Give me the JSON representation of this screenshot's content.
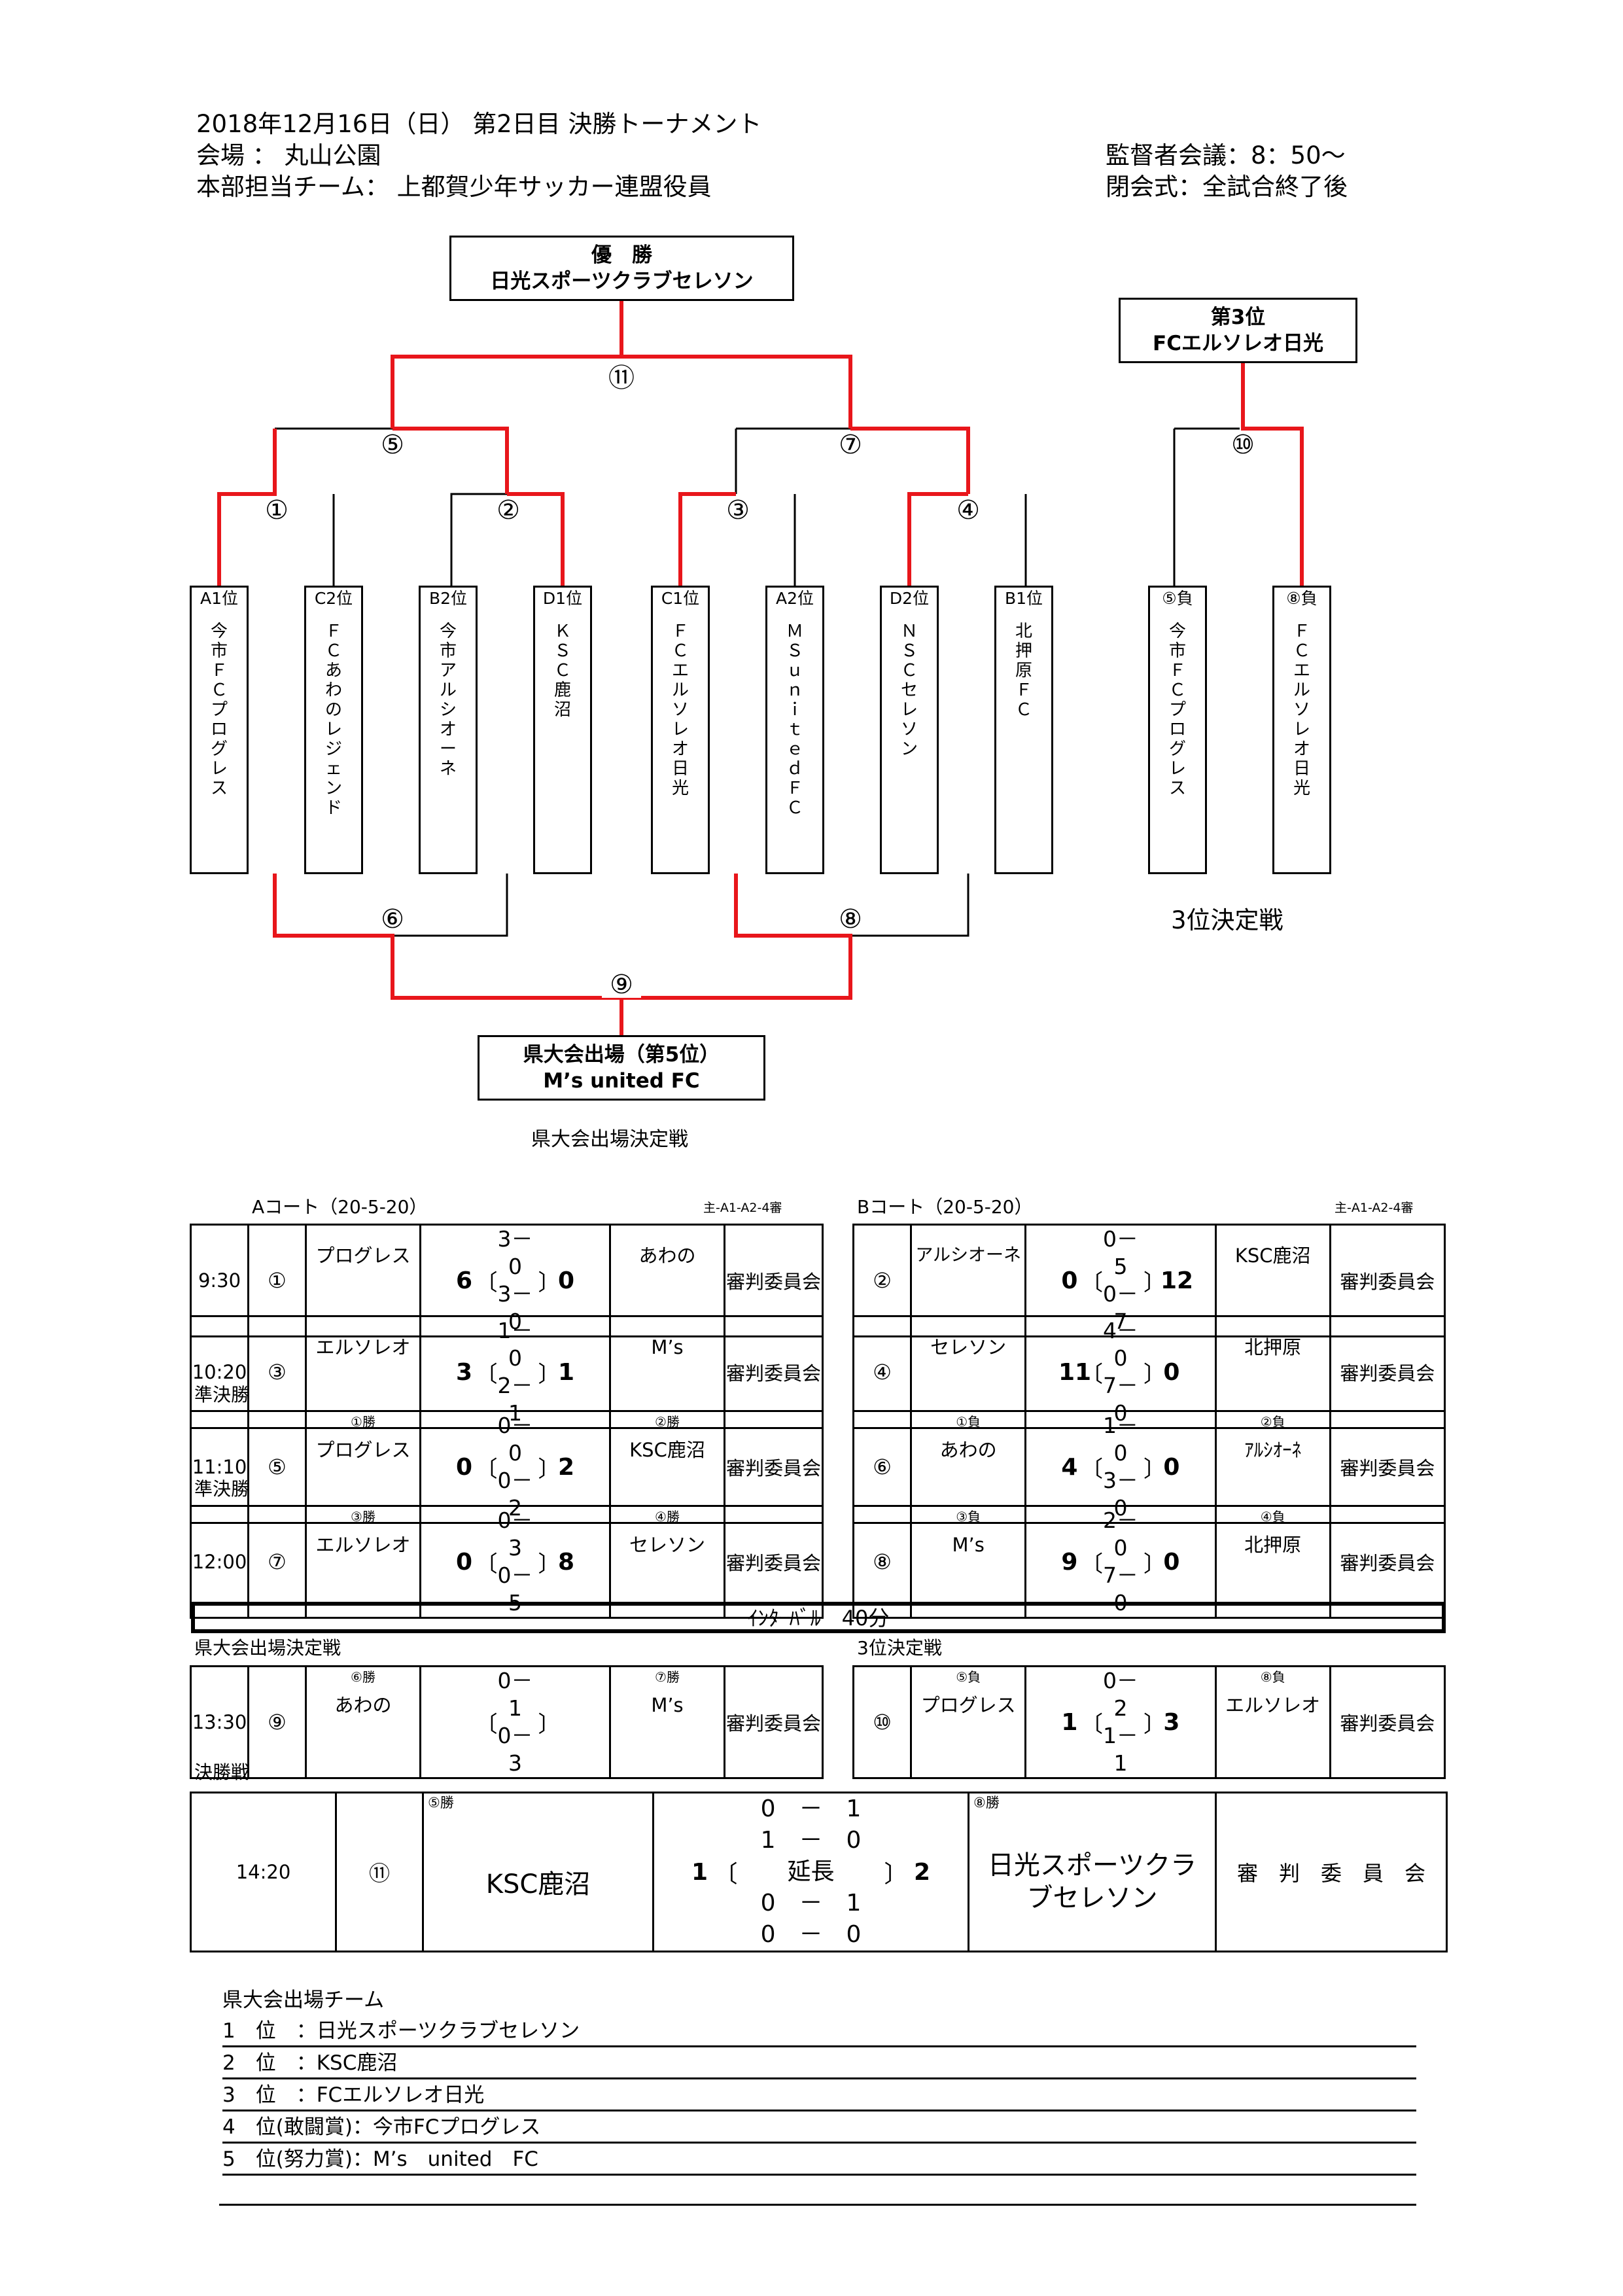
{
  "header": {
    "line1": "2018年12月16日（日） 第2日目 決勝トーナメント",
    "line2": "会場 ： 丸山公園",
    "line3": "本部担当チーム： 上都賀少年サッカー連盟役員",
    "right1": "監督者会議：8：50～",
    "right2": "閉会式：全試合終了後"
  },
  "bracket": {
    "champion_title": "優　勝",
    "champion_team": "日光スポーツクラブセレソン",
    "third_title": "第3位",
    "third_team": "FCエルソレオ日光",
    "fifth_title": "県大会出場（第5位）",
    "fifth_team": "M’s united FC",
    "third_playoff_label": "3位決定戦",
    "prefectural_playoff_label": "県大会出場決定戦",
    "nodes": {
      "n1": "①",
      "n2": "②",
      "n3": "③",
      "n4": "④",
      "n5": "⑤",
      "n6": "⑥",
      "n7": "⑦",
      "n8": "⑧",
      "n9": "⑨",
      "n10": "⑩",
      "n11": "⑪"
    },
    "teams": [
      {
        "seed": "A1位",
        "name": [
          "今",
          "市",
          "Ｆ",
          "Ｃ",
          "プ",
          "ロ",
          "グ",
          "レ",
          "ス"
        ]
      },
      {
        "seed": "C2位",
        "name": [
          "Ｆ",
          "Ｃ",
          "あ",
          "わ",
          "の",
          "レ",
          "ジ",
          "ェ",
          "ン",
          "ド"
        ]
      },
      {
        "seed": "B2位",
        "name": [
          "今",
          "市",
          "ア",
          "ル",
          "シ",
          "オ",
          "ー",
          "ネ"
        ]
      },
      {
        "seed": "D1位",
        "name": [
          "Ｋ",
          "Ｓ",
          "Ｃ",
          "鹿",
          "沼"
        ]
      },
      {
        "seed": "C1位",
        "name": [
          "Ｆ",
          "Ｃ",
          "エ",
          "ル",
          "ソ",
          "レ",
          "オ",
          "日",
          "光"
        ]
      },
      {
        "seed": "A2位",
        "name": [
          "Ｍ",
          "Ｓ",
          "ｕ",
          "ｎ",
          "ｉ",
          "ｔ",
          "ｅ",
          "ｄ",
          "Ｆ",
          "Ｃ"
        ]
      },
      {
        "seed": "D2位",
        "name": [
          "Ｎ",
          "Ｓ",
          "Ｃ",
          "セ",
          "レ",
          "ソ",
          "ン"
        ]
      },
      {
        "seed": "B1位",
        "name": [
          "北",
          "押",
          "原",
          "Ｆ",
          "Ｃ"
        ]
      },
      {
        "seed": "⑤負",
        "name": [
          "今",
          "市",
          "Ｆ",
          "Ｃ",
          "プ",
          "ロ",
          "グ",
          "レ",
          "ス"
        ]
      },
      {
        "seed": "⑧負",
        "name": [
          "Ｆ",
          "Ｃ",
          "エ",
          "ル",
          "ソ",
          "レ",
          "オ",
          "日",
          "光"
        ]
      }
    ]
  },
  "courts": {
    "a_title": "Aコート（20-5-20）",
    "a_note": "主-A1-A2-4審",
    "b_title": "Bコート（20-5-20）",
    "b_note": "主-A1-A2-4審",
    "semifinal_label_1": "準決勝",
    "semifinal_label_2": "準決勝",
    "interval": "ｲﾝﾀｰﾊﾞﾙ　40分",
    "pref_label": "県大会出場決定戦",
    "third_label": "3位決定戦",
    "final_label": "決勝戦"
  },
  "matches_a": [
    {
      "time": "9:30",
      "no": "①",
      "pre_l": "",
      "home": "プログレス",
      "hs": "6",
      "h1": "3－0",
      "h2": "3－0",
      "as": "0",
      "pre_r": "",
      "away": "あわの",
      "ref": "審判委員会"
    },
    {
      "time": "10:20",
      "no": "③",
      "pre_l": "",
      "home": "エルソレオ",
      "hs": "3",
      "h1": "1－0",
      "h2": "2－1",
      "as": "1",
      "pre_r": "",
      "away": "M’s",
      "ref": "審判委員会"
    },
    {
      "time": "11:10",
      "no": "⑤",
      "pre_l": "①勝",
      "home": "プログレス",
      "hs": "0",
      "h1": "0－0",
      "h2": "0－2",
      "as": "2",
      "pre_r": "②勝",
      "away": "KSC鹿沼",
      "ref": "審判委員会"
    },
    {
      "time": "12:00",
      "no": "⑦",
      "pre_l": "③勝",
      "home": "エルソレオ",
      "hs": "0",
      "h1": "0－3",
      "h2": "0－5",
      "as": "8",
      "pre_r": "④勝",
      "away": "セレソン",
      "ref": "審判委員会"
    },
    {
      "time": "13:30",
      "no": "⑨",
      "pre_l": "⑥勝",
      "home": "あわの",
      "hs": "",
      "h1": "0－1",
      "h2": "0－3",
      "as": "",
      "pre_r": "⑦勝",
      "away": "M’s",
      "ref": "審判委員会"
    }
  ],
  "matches_b": [
    {
      "no": "②",
      "pre_l": "",
      "home": "アルシオーネ",
      "hs": "0",
      "h1": "0－5",
      "h2": "0－7",
      "as": "12",
      "pre_r": "",
      "away": "KSC鹿沼",
      "ref": "審判委員会"
    },
    {
      "no": "④",
      "pre_l": "",
      "home": "セレソン",
      "hs": "11",
      "h1": "4－0",
      "h2": "7－0",
      "as": "0",
      "pre_r": "",
      "away": "北押原",
      "ref": "審判委員会"
    },
    {
      "no": "⑥",
      "pre_l": "①負",
      "home": "あわの",
      "hs": "4",
      "h1": "1－0",
      "h2": "3－0",
      "as": "0",
      "pre_r": "②負",
      "away": "ｱﾙｼｵｰﾈ",
      "ref": "審判委員会"
    },
    {
      "no": "⑧",
      "pre_l": "③負",
      "home": "M’s",
      "hs": "9",
      "h1": "2－0",
      "h2": "7－0",
      "as": "0",
      "pre_r": "④負",
      "away": "北押原",
      "ref": "審判委員会"
    },
    {
      "no": "⑩",
      "pre_l": "⑤負",
      "home": "プログレス",
      "hs": "1",
      "h1": "0－2",
      "h2": "1－1",
      "as": "3",
      "pre_r": "⑧負",
      "away": "エルソレオ",
      "ref": "審判委員会"
    }
  ],
  "final": {
    "time": "14:20",
    "no": "⑪",
    "pre_l": "⑤勝",
    "home": "KSC鹿沼",
    "hs": "1",
    "periods": [
      "0　－　1",
      "1　－　0",
      "延長",
      "0　－　1",
      "0　－　0"
    ],
    "as": "2",
    "pre_r": "⑧勝",
    "away": "日光スポーツクラブセレソン",
    "ref": "審　判　委　員　会"
  },
  "qualifiers": {
    "title": "県大会出場チーム",
    "rows": [
      "1　位　：日光スポーツクラブセレソン",
      "2　位　：KSC鹿沼",
      "3　位　：FCエルソレオ日光",
      "4　位(敢闘賞)：今市FCプログレス",
      "5　位(努力賞)：M’s　united　FC"
    ]
  },
  "colors": {
    "win_line": "#e8161b",
    "line": "#000000"
  }
}
